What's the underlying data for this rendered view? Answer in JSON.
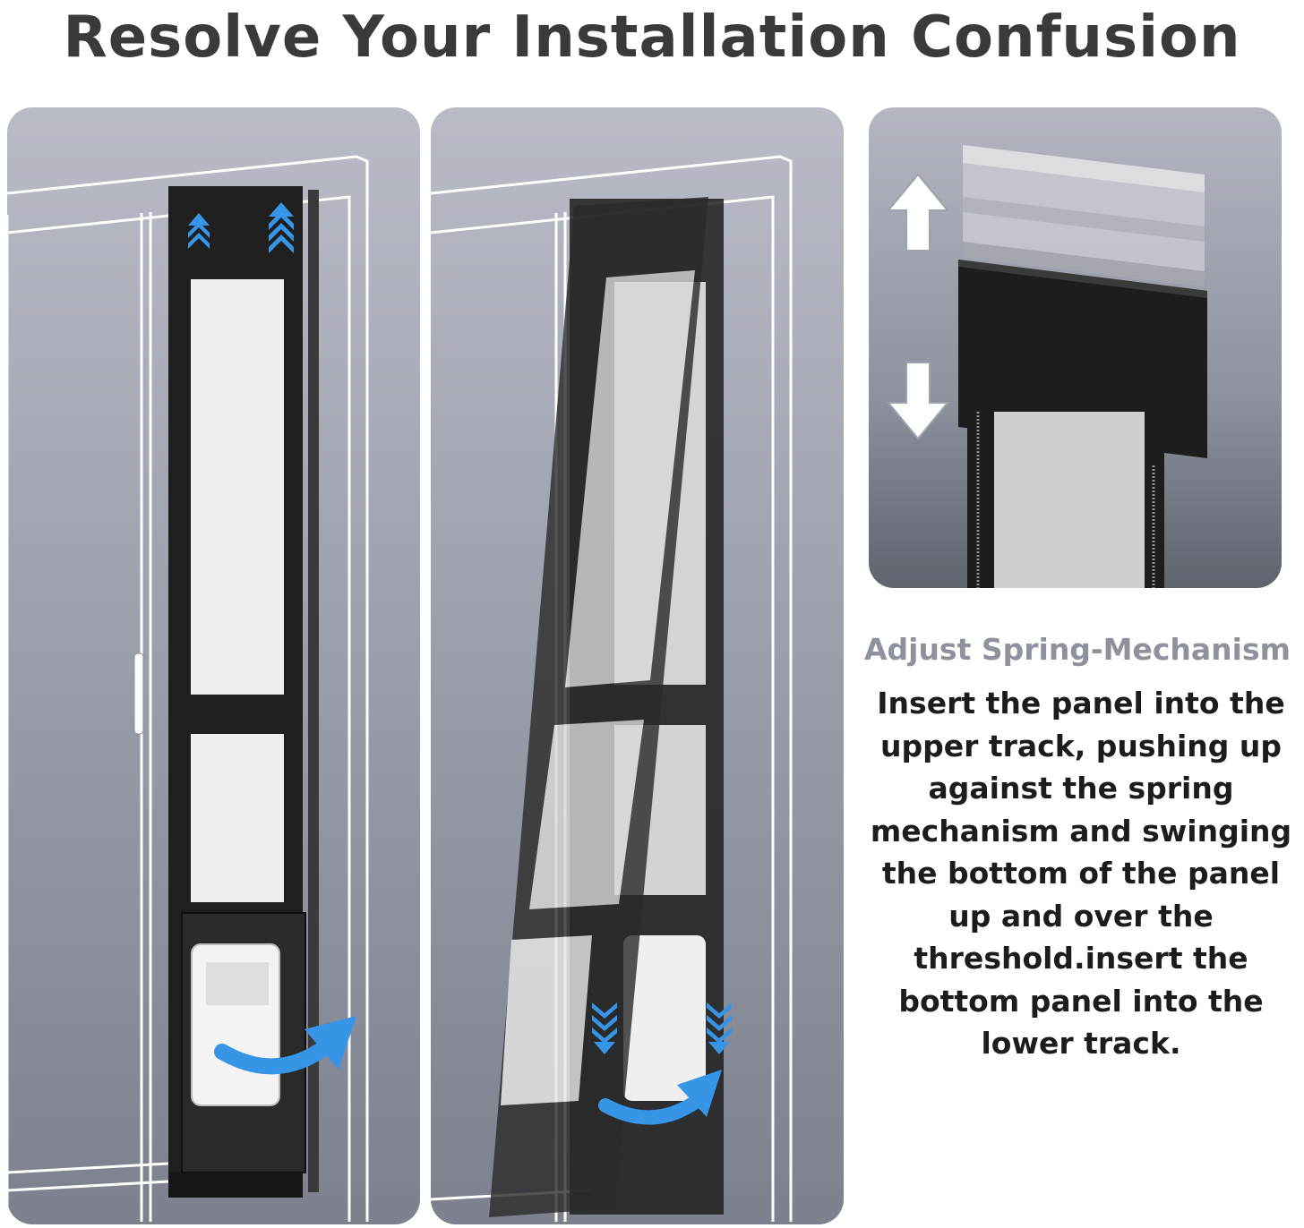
{
  "header": {
    "title": "Resolve Your Installation Confusion"
  },
  "details": {
    "subtitle": "Adjust Spring-Mechanism",
    "description": "Insert the panel into the upper track, pushing up against the spring mechanism and swinging the bottom of the panel up and over the threshold.insert the bottom panel into the lower track."
  },
  "colors": {
    "headline": "#3a3a3a",
    "subtitle": "#8d929c",
    "body_text": "#1c1c1c",
    "panel_background": "#9da1ad",
    "door_frame": "#ffffff",
    "pet_door_frame": "#1f1f1f",
    "glass": "#eeeeee",
    "arrow_accent": "#2f8de4"
  },
  "icons": {
    "panel_1": [
      "arrow-up-icon",
      "arrow-up-icon",
      "curved-arrow-icon"
    ],
    "panel_2": [
      "arrow-down-icon",
      "arrow-down-icon",
      "curved-arrow-icon"
    ],
    "panel_3": [
      "outline-arrow-up-icon",
      "outline-arrow-down-icon"
    ]
  }
}
